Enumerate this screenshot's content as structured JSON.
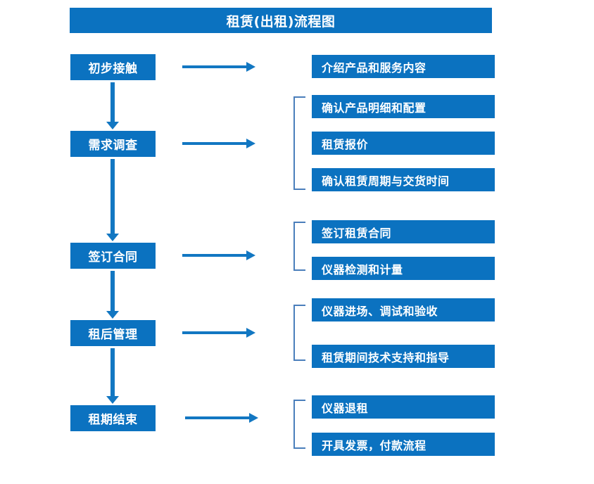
{
  "title": "租赁(出租)流程图",
  "theme": {
    "box_blue": "#0b72c0",
    "arrow_blue": "#1277c2",
    "bracket_blue": "#4a7ebb",
    "text_white": "#ffffff",
    "background": "#ffffff"
  },
  "stages": [
    {
      "label": "初步接触"
    },
    {
      "label": "需求调查"
    },
    {
      "label": "签订合同"
    },
    {
      "label": "租后管理"
    },
    {
      "label": "租期结束"
    }
  ],
  "details": [
    {
      "label": "介绍产品和服务内容"
    },
    {
      "label": "确认产品明细和配置"
    },
    {
      "label": "租赁报价"
    },
    {
      "label": "确认租赁周期与交货时间"
    },
    {
      "label": "签订租赁合同"
    },
    {
      "label": "仪器检测和计量"
    },
    {
      "label": "仪器进场、调试和验收"
    },
    {
      "label": "租赁期间技术支持和指导"
    },
    {
      "label": "仪器退租"
    },
    {
      "label": "开具发票，付款流程"
    }
  ]
}
